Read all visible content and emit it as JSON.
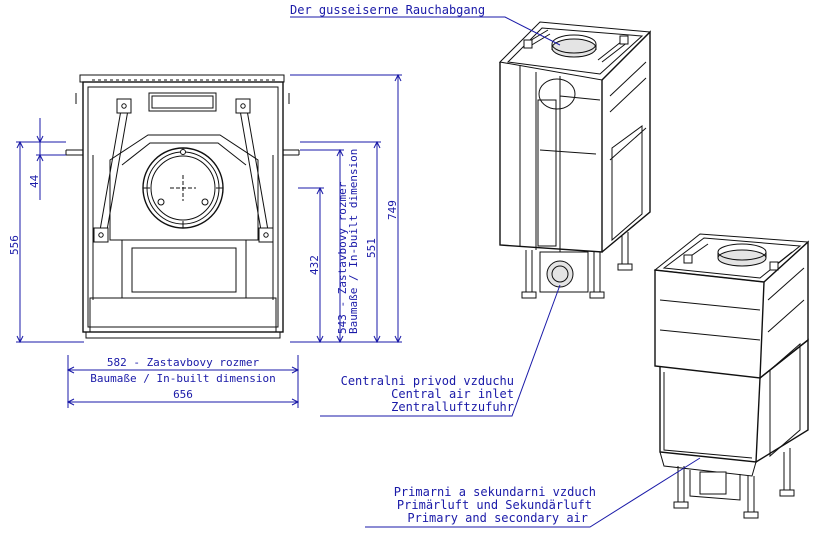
{
  "labels": {
    "flue": "Der gusseiserne Rauchabgang",
    "central_air": [
      "Centralni privod vzduchu",
      "Central air inlet",
      "Zentralluftzufuhr"
    ],
    "primary_air": [
      "Primarni a sekundarni vzduch",
      "Primärluft und Sekundärluft",
      "Primary and secondary air"
    ]
  },
  "dimensions": {
    "d44": "44",
    "d556": "556",
    "d432": "432",
    "d543": "543 - Zastavbovy rozmer",
    "d551": "551",
    "d749": "749",
    "d543_sub": "Baumaße / In-built dimension",
    "d582": "582 - Zastavbovy rozmer",
    "d582_sub": "Baumaße / In-built dimension",
    "d656": "656"
  }
}
